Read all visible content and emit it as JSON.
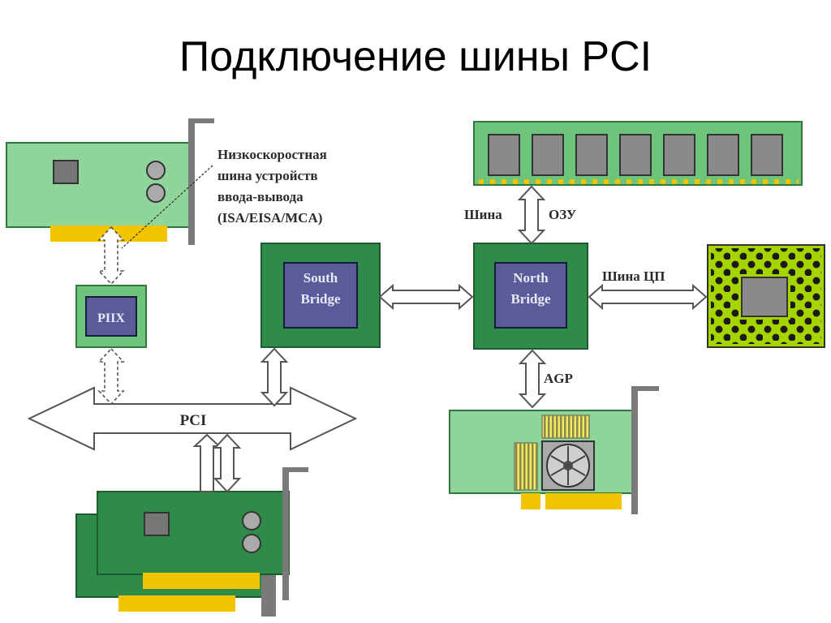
{
  "title": "Подключение шины PCI",
  "labels": {
    "io_bus_line1": "Низкоскоростная",
    "io_bus_line2": "шина устройств",
    "io_bus_line3": "ввода-вывода",
    "io_bus_line4": "(ISA/EISA/MCA)",
    "ram_bus_left": "Шина",
    "ram_bus_right": "ОЗУ",
    "cpu_bus": "Шина ЦП",
    "agp": "AGP",
    "pci": "PCI",
    "south_bridge_line1": "South",
    "south_bridge_line2": "Bridge",
    "north_bridge_line1": "North",
    "north_bridge_line2": "Bridge",
    "piix": "PIIX"
  },
  "colors": {
    "board_green": "#8fd49a",
    "board_border": "#2f7a3a",
    "chip_green": "#2e8b4a",
    "chip_blue": "#5b5b9a",
    "gold": "#f2c400",
    "bracket_gray": "#7a7a7a",
    "cpu_lime": "#a6d400",
    "arrow_fill": "#ffffff",
    "arrow_stroke": "#555555"
  }
}
